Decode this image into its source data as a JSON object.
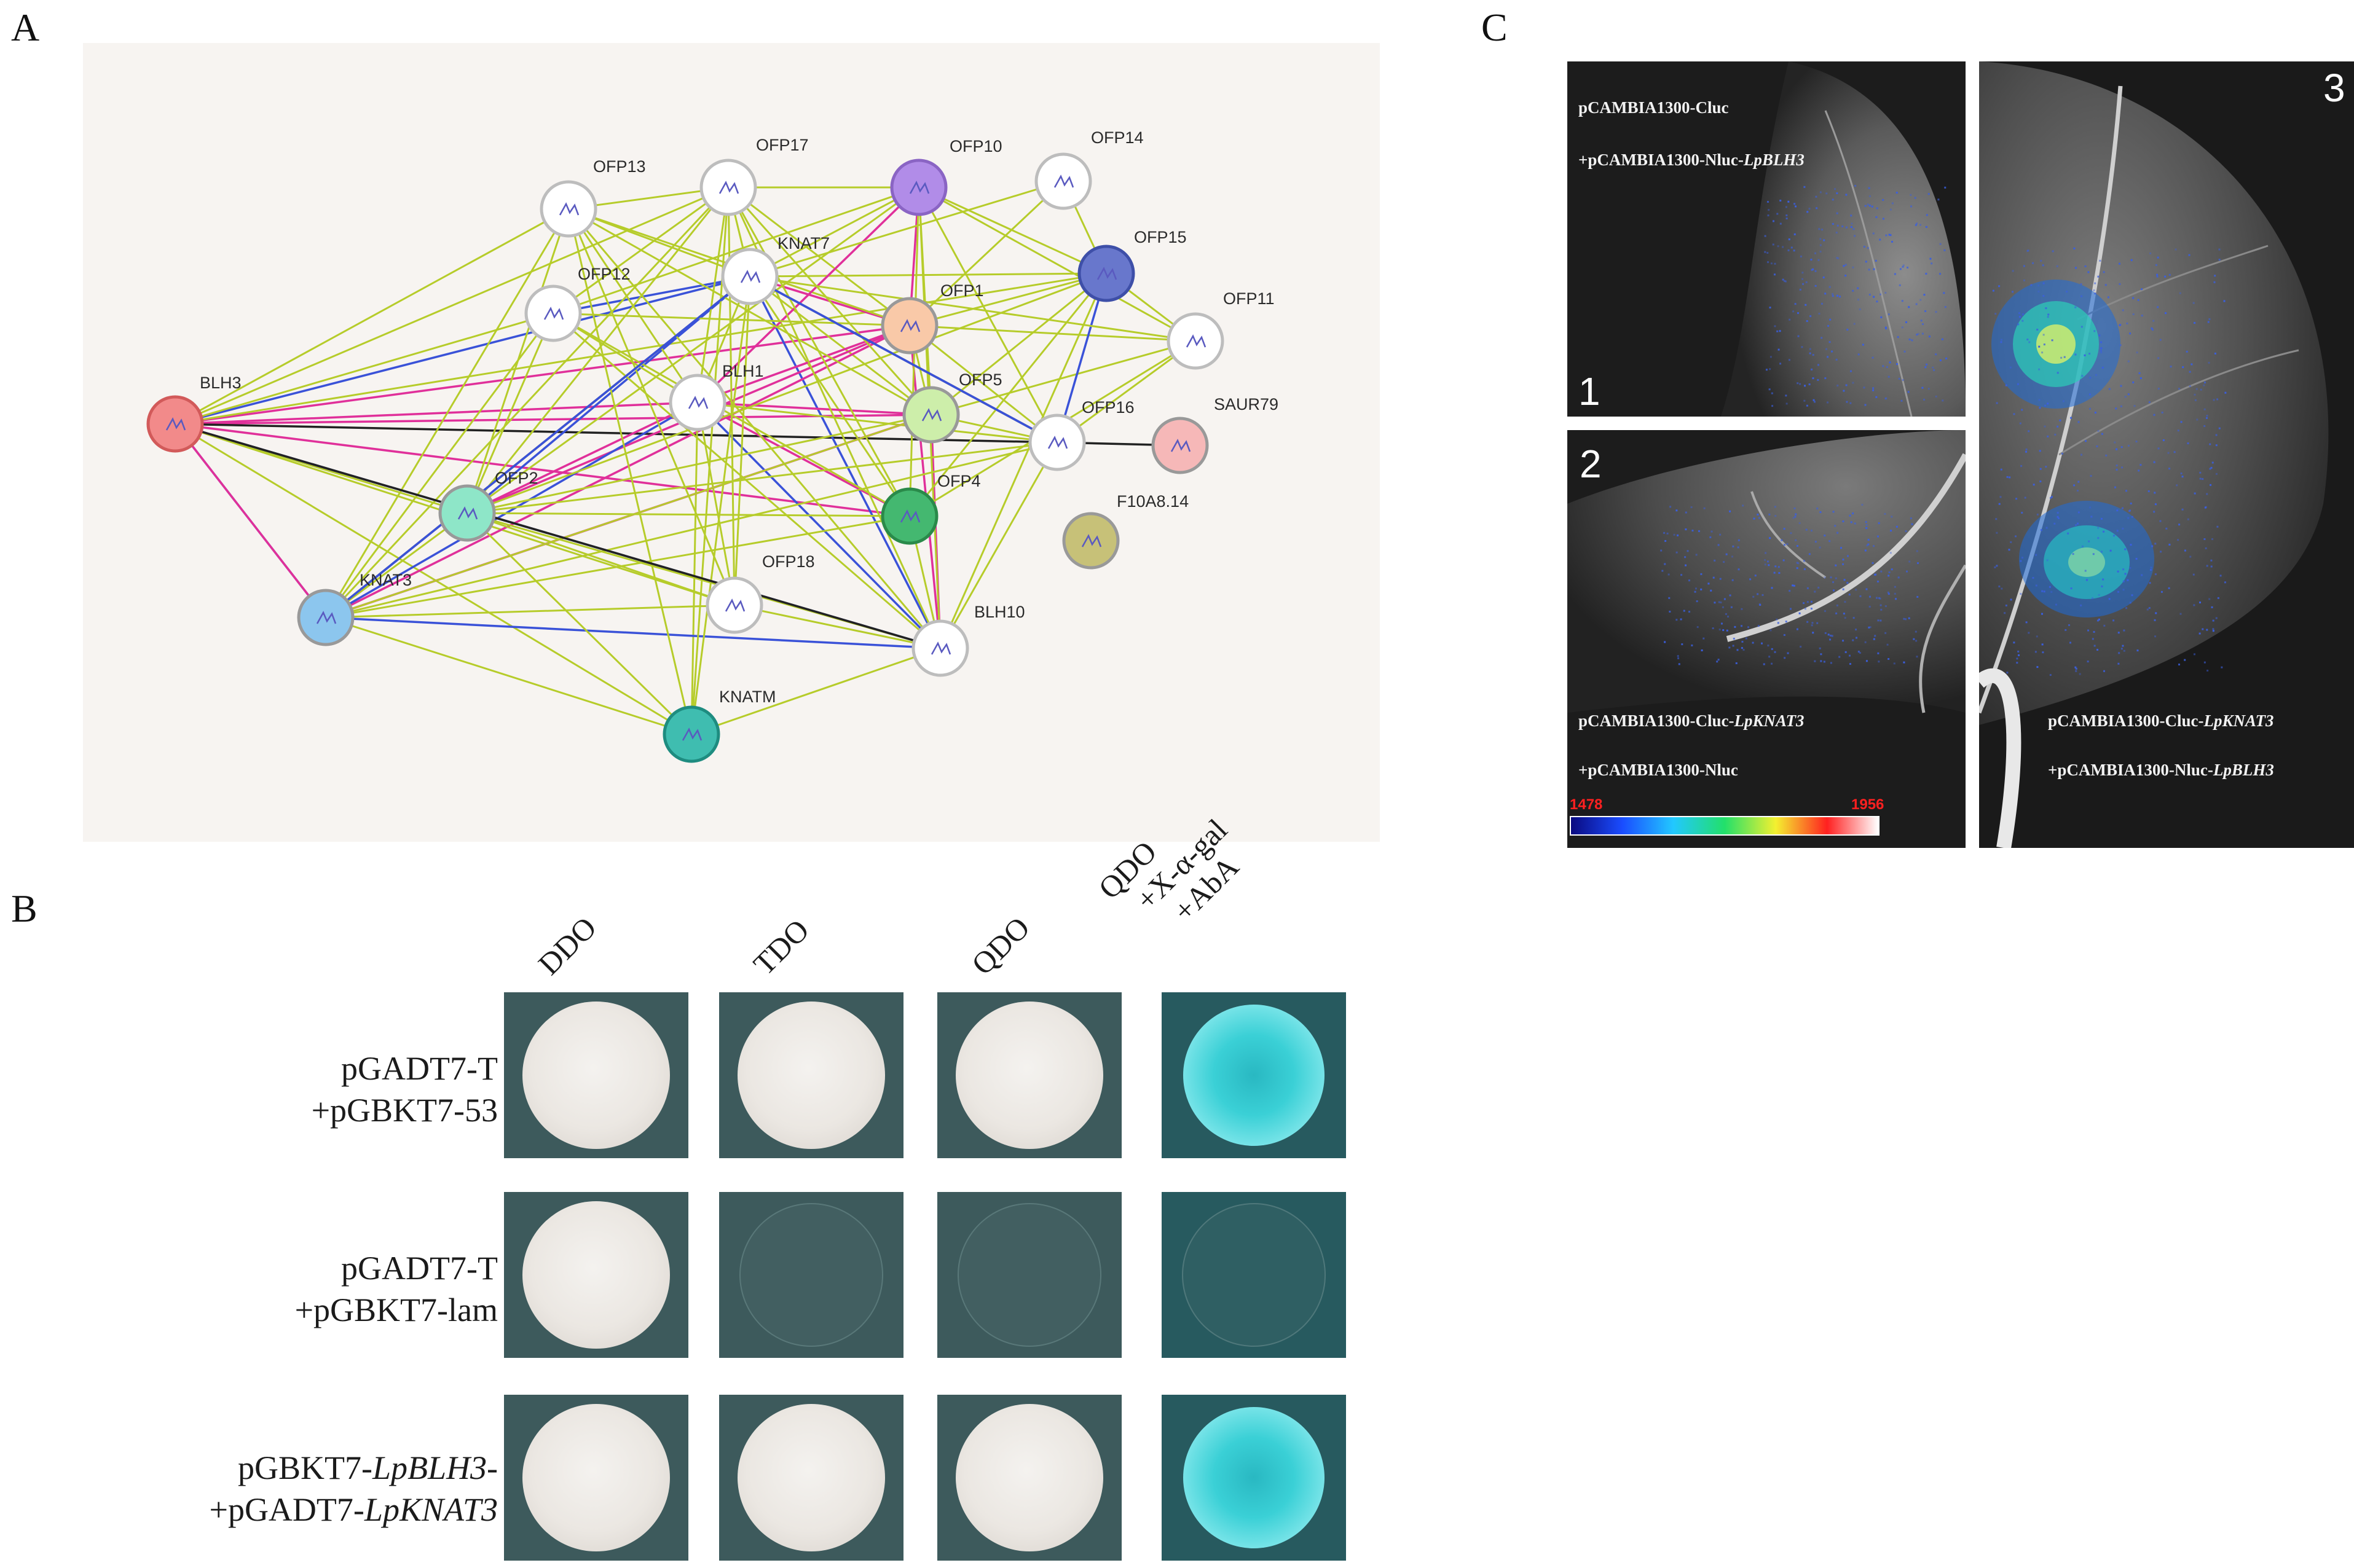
{
  "panels": {
    "a": "A",
    "b": "B",
    "c": "C"
  },
  "network": {
    "nodes": [
      {
        "id": "BLH3",
        "label": "BLH3",
        "color": "#f28a8a"
      },
      {
        "id": "OFP13",
        "label": "OFP13",
        "color": "#ffffff"
      },
      {
        "id": "OFP17",
        "label": "OFP17",
        "color": "#ffffff"
      },
      {
        "id": "OFP10",
        "label": "OFP10",
        "color": "#b18ce8"
      },
      {
        "id": "OFP14",
        "label": "OFP14",
        "color": "#ffffff"
      },
      {
        "id": "OFP12",
        "label": "OFP12",
        "color": "#ffffff"
      },
      {
        "id": "KNAT7",
        "label": "KNAT7",
        "color": "#ffffff"
      },
      {
        "id": "OFP15",
        "label": "OFP15",
        "color": "#6877cc"
      },
      {
        "id": "OFP1",
        "label": "OFP1",
        "color": "#f9c9a8"
      },
      {
        "id": "OFP11",
        "label": "OFP11",
        "color": "#ffffff"
      },
      {
        "id": "BLH1",
        "label": "BLH1",
        "color": "#ffffff"
      },
      {
        "id": "OFP5",
        "label": "OFP5",
        "color": "#cdeeaa"
      },
      {
        "id": "OFP16",
        "label": "OFP16",
        "color": "#ffffff"
      },
      {
        "id": "SAUR79",
        "label": "SAUR79",
        "color": "#f6b8b8"
      },
      {
        "id": "OFP2",
        "label": "OFP2",
        "color": "#8ee6c8"
      },
      {
        "id": "OFP4",
        "label": "OFP4",
        "color": "#44b870"
      },
      {
        "id": "F10A8.14",
        "label": "F10A8.14",
        "color": "#c7c178"
      },
      {
        "id": "KNAT3",
        "label": "KNAT3",
        "color": "#8cc6ee"
      },
      {
        "id": "OFP18",
        "label": "OFP18",
        "color": "#ffffff"
      },
      {
        "id": "BLH10",
        "label": "BLH10",
        "color": "#ffffff"
      },
      {
        "id": "KNATM",
        "label": "KNATM",
        "color": "#3fbdb0"
      }
    ],
    "edge_colors": {
      "textmining": "#b6cc2a",
      "coexpression": "#222222",
      "experimental": "#e0309a",
      "database": "#3a52d8"
    }
  },
  "yeast": {
    "columns": [
      "DDO",
      "TDO",
      "QDO"
    ],
    "qdo_extra": {
      "line1": "QDO",
      "line2": "+X-α-gal",
      "line3": "+AbA"
    },
    "rows": [
      {
        "line1": "pGADT7-T",
        "line2": "+pGBKT7-53",
        "growth": [
          "white",
          "white",
          "white",
          "blue"
        ]
      },
      {
        "line1": "pGADT7-T",
        "line2": "+pGBKT7-lam",
        "growth": [
          "white",
          "faint",
          "faint",
          "faint"
        ]
      },
      {
        "line1a": "pGBKT7-",
        "line1b": "LpBLH3",
        "line1c": "-",
        "line2a": "+pGADT7-",
        "line2b": "LpKNAT3",
        "growth": [
          "white",
          "white",
          "white",
          "blue"
        ]
      }
    ]
  },
  "luc": {
    "q1_num": "1",
    "q2_num": "2",
    "q3_num": "3",
    "q1_line1": "pCAMBIA1300-Cluc",
    "q1_line2a": "+pCAMBIA1300-Nluc-",
    "q1_line2b": "LpBLH3",
    "q2_line1a": "pCAMBIA1300-Cluc-",
    "q2_line1b": "LpKNAT3",
    "q2_line2": "+pCAMBIA1300-Nluc",
    "q3_line1a": "pCAMBIA1300-Cluc-",
    "q3_line1b": "LpKNAT3",
    "q3_line2a": "+pCAMBIA1300-Nluc-",
    "q3_line2b": "LpBLH3",
    "scale_min": "1478",
    "scale_max": "1956"
  }
}
